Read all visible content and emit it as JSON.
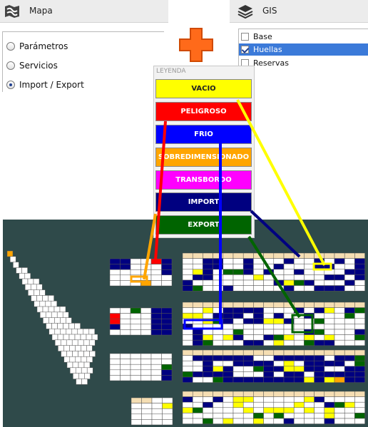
{
  "mapa_panel": {
    "title": "Mapa",
    "options": [
      {
        "label": "Parámetros",
        "selected": false
      },
      {
        "label": "Servicios",
        "selected": false
      },
      {
        "label": "Import / Export",
        "selected": true
      }
    ]
  },
  "gis_panel": {
    "title": "GIS",
    "layers": [
      {
        "label": "Base",
        "checked": false,
        "highlighted": false
      },
      {
        "label": "Huellas",
        "checked": true,
        "highlighted": true
      },
      {
        "label": "Reservas",
        "checked": false,
        "highlighted": false
      }
    ]
  },
  "plus_icon": "plus-icon",
  "legend": {
    "title": "LEYENDA",
    "items": [
      {
        "label": "VACIO",
        "bg": "#ffff00",
        "fg": "#222222"
      },
      {
        "label": "PELIGROSO",
        "bg": "#ff0000",
        "fg": "#ffffff"
      },
      {
        "label": "FRIO",
        "bg": "#0000ff",
        "fg": "#ffffff"
      },
      {
        "label": "SOBREDIMENSIONADO",
        "bg": "#ffa500",
        "fg": "#ffffff"
      },
      {
        "label": "TRANSBORDO",
        "bg": "#ff00ff",
        "fg": "#ffffff"
      },
      {
        "label": "IMPORT",
        "bg": "#000080",
        "fg": "#ffffff"
      },
      {
        "label": "EXPORT",
        "bg": "#006400",
        "fg": "#ffffff"
      }
    ]
  },
  "colors": {
    "map_background": "#2f4a4a",
    "empty_slot": "#ffffff",
    "header_slot": "#f5deb3"
  }
}
